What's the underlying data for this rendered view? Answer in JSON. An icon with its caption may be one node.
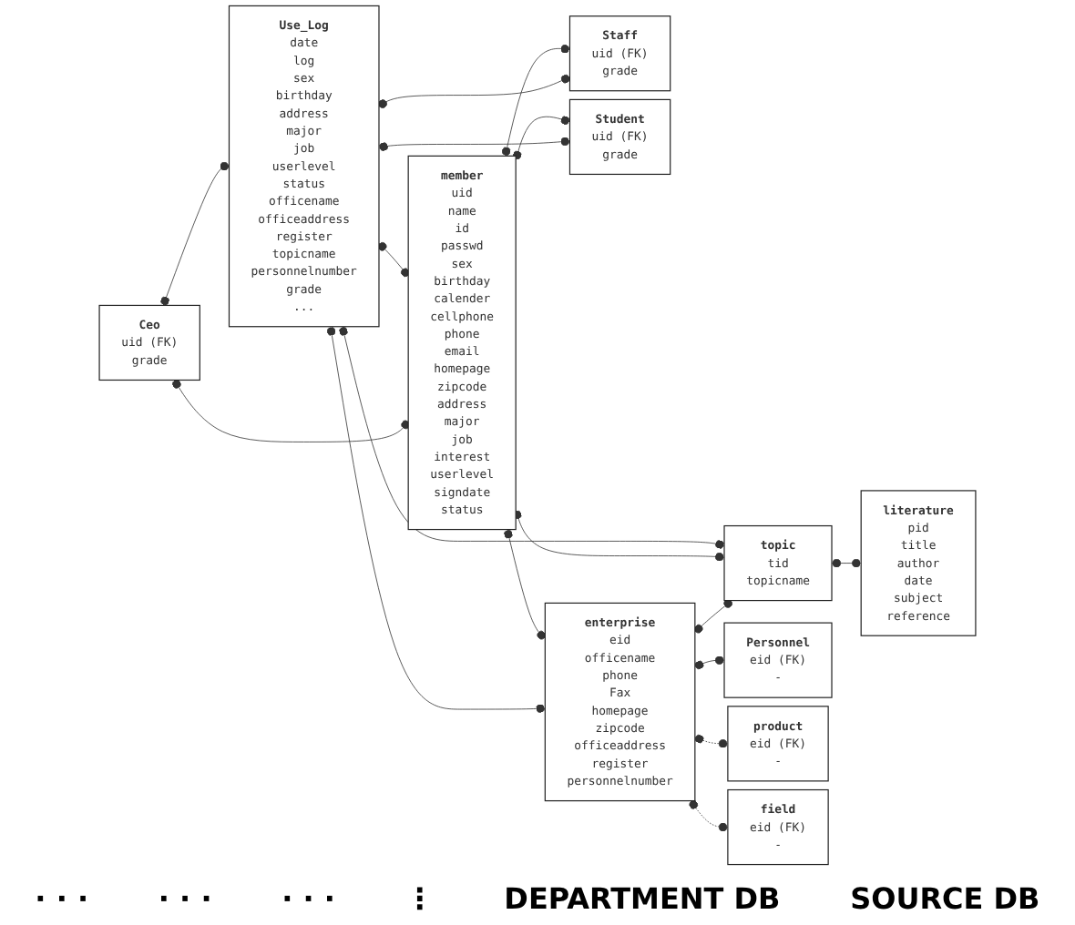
{
  "diagram": {
    "nodes": [
      {
        "text": [
          "Ceo",
          "uid (FK)",
          "grade"
        ]
      },
      {
        "text": [
          "Staff",
          "uid (FK)",
          "grade"
        ]
      },
      {
        "text": [
          "Student",
          "uid (FK)",
          "grade"
        ]
      },
      {
        "text": [
          "Use_Log",
          "date",
          "log",
          "sex",
          "birthday",
          "address",
          "major",
          "job",
          "userlevel",
          "status",
          "officename",
          "officeaddress",
          "register",
          "topicname",
          "personnelnumber",
          "grade",
          "..."
        ]
      },
      {
        "text": [
          "member",
          "uid",
          "name",
          "id",
          "passwd",
          "sex",
          "birthday",
          "calender",
          "cellphone",
          "phone",
          "email",
          "homepage",
          "zipcode",
          "address",
          "major",
          "job",
          "interest",
          "userlevel",
          "signdate",
          "status"
        ]
      },
      {
        "text": [
          "enterprise",
          "eid",
          "officename",
          "phone",
          "Fax",
          "homepage",
          "zipcode",
          "officeaddress",
          "register",
          "personnelnumber"
        ]
      },
      {
        "text": [
          "topic",
          "tid",
          "topicname"
        ]
      },
      {
        "text": [
          "literature",
          "pid",
          "title",
          "author",
          "date",
          "subject",
          "reference"
        ]
      },
      {
        "text": [
          "Personnel",
          "eid (FK)",
          "-"
        ]
      },
      {
        "text": [
          "product",
          "eid (FK)",
          "-"
        ]
      },
      {
        "text": [
          "field",
          "eid (FK)",
          "-"
        ]
      }
    ],
    "edges": [
      {
        "from": 4,
        "to": 0,
        "arrow": "other"
      },
      {
        "from": 4,
        "to": 1,
        "arrow": "other"
      },
      {
        "from": 4,
        "to": 2,
        "arrow": "other"
      },
      {
        "from": 0,
        "to": 3,
        "arrow": "other"
      },
      {
        "from": 1,
        "to": 3,
        "arrow": "other"
      },
      {
        "from": 2,
        "to": 3,
        "arrow": "other"
      },
      {
        "from": 3,
        "to": 4,
        "arrow": "other"
      },
      {
        "from": 4,
        "to": 5,
        "arrow": "other"
      },
      {
        "from": 3,
        "to": 5,
        "arrow": "other"
      },
      {
        "from": 3,
        "to": 6,
        "arrow": "other"
      },
      {
        "from": 4,
        "to": 6,
        "arrow": "other"
      },
      {
        "from": 5,
        "to": 6,
        "arrow": "other"
      },
      {
        "from": 6,
        "to": 7,
        "arrow": "other"
      },
      {
        "from": 5,
        "to": 8,
        "arrow": "other"
      },
      {
        "from": 5,
        "to": 9,
        "arrow": "other",
        "style": "dashed"
      },
      {
        "from": 5,
        "to": 10,
        "arrow": "other",
        "style": "dashed"
      }
    ],
    "labels": [
      "· · ·",
      "· · ·",
      "· · ·",
      "⋮",
      "DEPARTMENT DB",
      "SOURCE DB"
    ]
  }
}
